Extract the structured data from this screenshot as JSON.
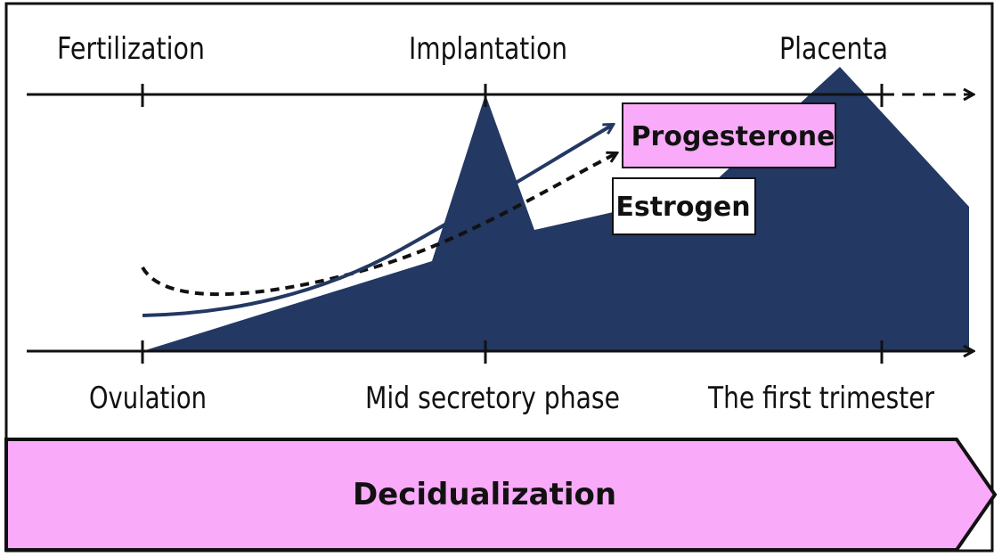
{
  "top_labels": {
    "fertilization": "Fertilization",
    "implantation": "Implantation",
    "placenta": "Placenta"
  },
  "bottom_labels": {
    "ovulation": "Ovulation",
    "mid_secretory": "Mid secretory phase",
    "first_trimester": "The first trimester"
  },
  "hormones": {
    "progesterone": "Progesterone",
    "estrogen": "Estrogen"
  },
  "process": {
    "label": "Decidualization"
  },
  "colors": {
    "navy": "#233862",
    "pink": "#f9aaf9",
    "line": "#111111"
  }
}
